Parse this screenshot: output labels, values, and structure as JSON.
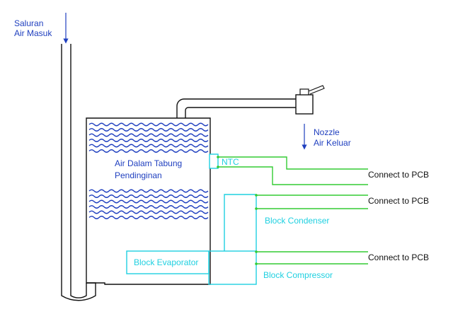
{
  "labels": {
    "inlet_line1": "Saluran",
    "inlet_line2": "Air Masuk",
    "nozzle_line1": "Nozzle",
    "nozzle_line2": "Air Keluar",
    "tank_line1": "Air Dalam Tabung",
    "tank_line2": "Pendinginan",
    "ntc": "NTC",
    "connect_1": "Connect to PCB",
    "connect_2": "Connect to PCB",
    "connect_3": "Connect to PCB",
    "block_condenser": "Block Condenser",
    "block_evaporator": "Block Evaporator",
    "block_compressor": "Block Compressor"
  },
  "colors": {
    "pipe": "#111111",
    "water": "#1f3fbf",
    "component": "#1fd0e0",
    "wire": "#33cc33"
  }
}
